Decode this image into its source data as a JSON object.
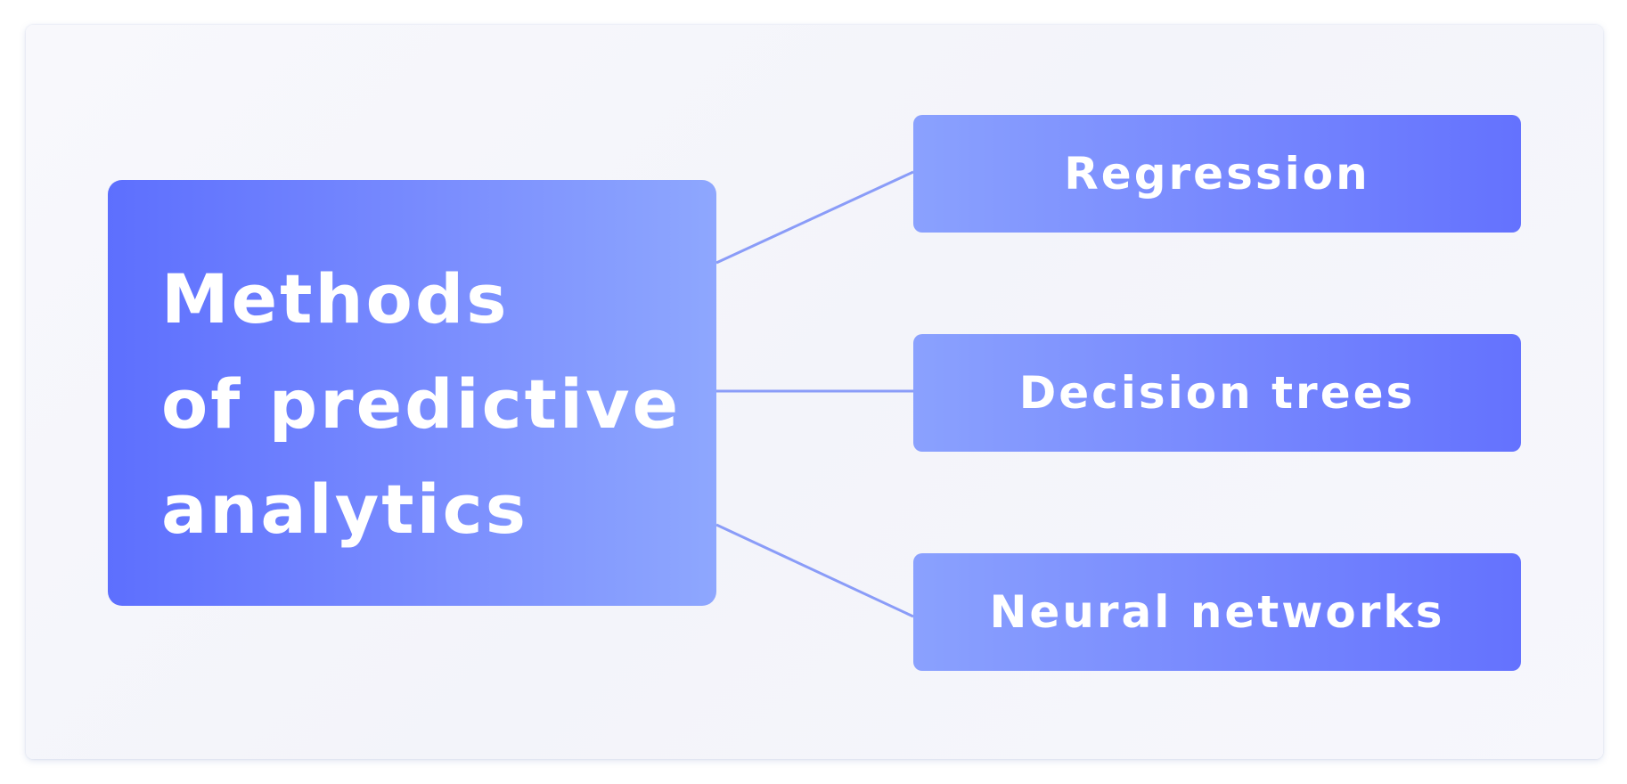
{
  "diagram": {
    "title": "Methods\nof predictive\nanalytics",
    "methods": [
      {
        "label": "Regression"
      },
      {
        "label": "Decision trees"
      },
      {
        "label": "Neural networks"
      }
    ],
    "colors": {
      "background": "#f5f6fb",
      "main_box_start": "#5d6ffe",
      "main_box_end": "#8ea7fe",
      "method_box_start": "#8aa1fe",
      "method_box_end": "#6472fe",
      "connector": "#8a9cf8",
      "text": "#ffffff"
    }
  }
}
